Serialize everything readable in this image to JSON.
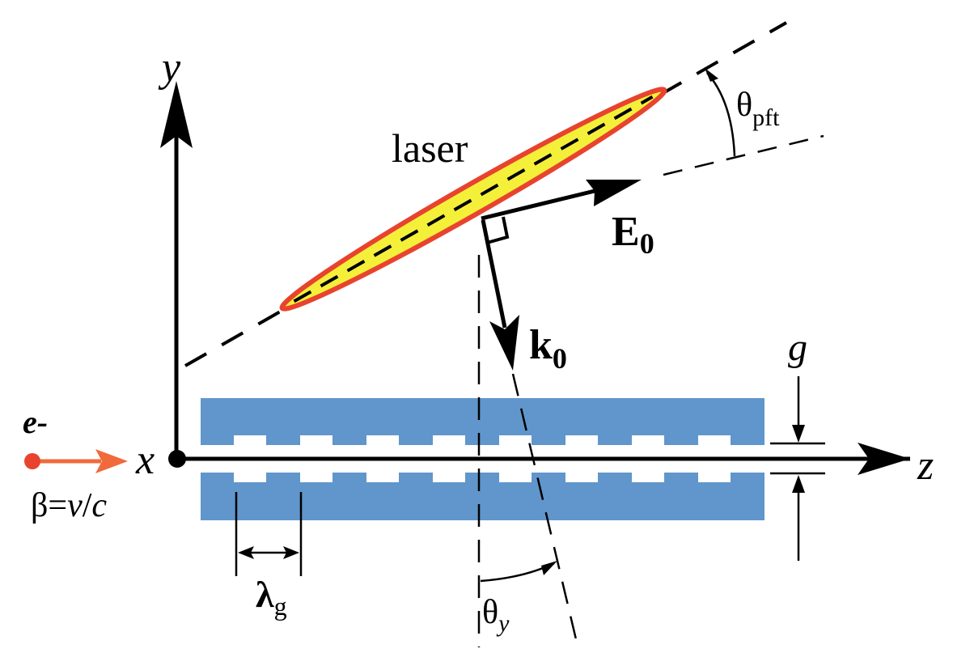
{
  "labels": {
    "y_axis": "y",
    "z_axis": "z",
    "x_axis": "x",
    "laser": "laser",
    "e_field": "E",
    "e_field_sub": "0",
    "k_vector": "k",
    "k_vector_sub": "0",
    "theta_pft": "θ",
    "theta_pft_sub": "pft",
    "theta_y": "θ",
    "theta_y_sub": "y",
    "gap": "g",
    "grating_period": "λ",
    "grating_period_sub": "g",
    "electron": "e-",
    "beta_prefix": "β=",
    "beta_v": "v",
    "beta_slash": "/",
    "beta_c": "c"
  },
  "colors": {
    "structure": "#6096cb",
    "laser_fill": "#f4f03a",
    "laser_edge": "#e8432e",
    "electron": "#e8432e",
    "electron_arrow": "#f06a3b",
    "beta_text": "#e03a2e",
    "ink": "#000000"
  }
}
